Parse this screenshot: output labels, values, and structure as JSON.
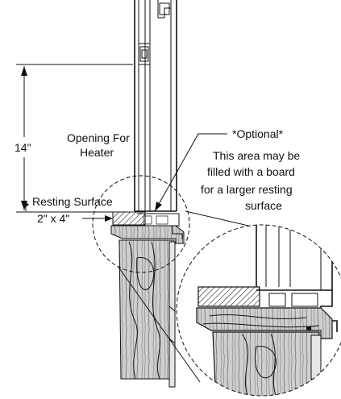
{
  "labels": {
    "dimension_height": "14\"",
    "opening_line1": "Opening For",
    "opening_line2": "Heater",
    "optional_title": "*Optional*",
    "optional_line1": "This area may be",
    "optional_line2": "filled with a board",
    "optional_line3": "for a larger resting",
    "optional_line4": "surface",
    "resting_surface": "Resting Surface",
    "board_size": "2\" x 4\""
  },
  "colors": {
    "ink": "#111111",
    "paper": "#ffffff",
    "wood": "#c8c8c8",
    "wood_dark": "#8c8c8c"
  }
}
